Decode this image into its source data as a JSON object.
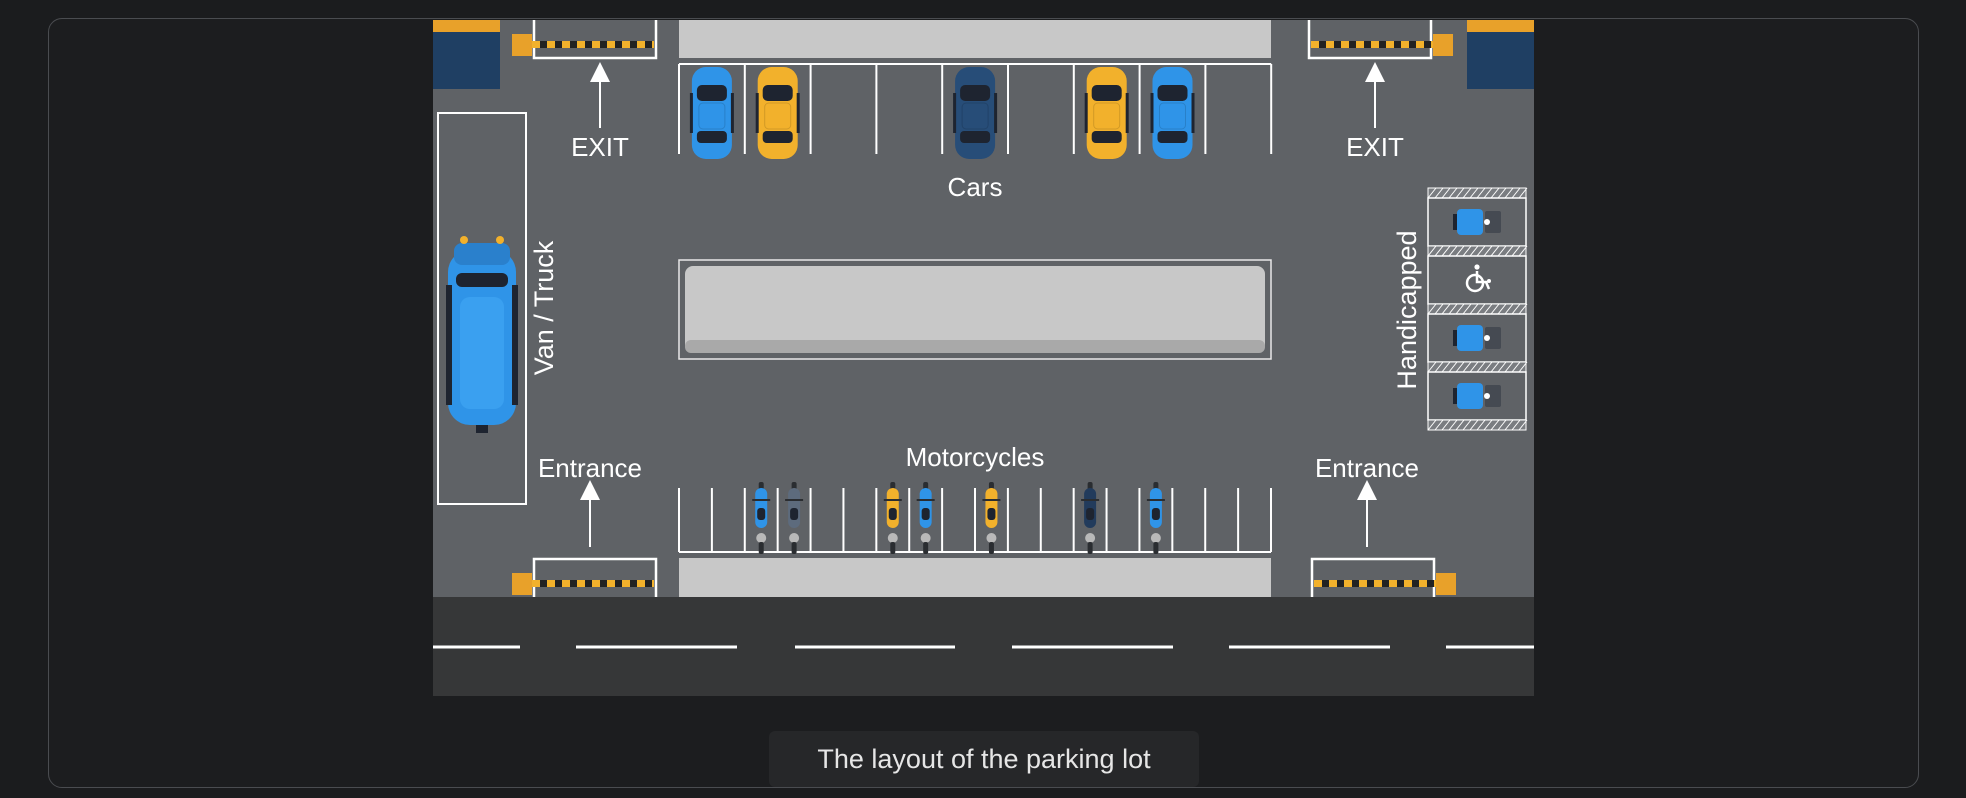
{
  "figure": {
    "caption": "The layout of the parking lot"
  },
  "lot": {
    "labels": {
      "exit_left": "EXIT",
      "exit_right": "EXIT",
      "cars": "Cars",
      "van_truck": "Van / Truck",
      "handicapped": "Handicapped",
      "motorcycles": "Motorcycles",
      "entrance_left": "Entrance",
      "entrance_right": "Entrance"
    },
    "colors": {
      "lot_gray": "#5f6266",
      "road": "#363738",
      "curb": "#c8c8c8",
      "barrier_orange": "#e8a12a",
      "booth_blue": "#1f3f63",
      "car_blue": "#2f94e8",
      "car_yellow": "#f2b12c",
      "car_navy": "#274d78"
    },
    "car_stalls": [
      "car_blue",
      "car_yellow",
      "empty",
      "empty",
      "car_navy",
      "empty",
      "car_yellow",
      "car_blue",
      "empty"
    ],
    "moto_stalls": [
      "empty",
      "empty",
      "moto_blue",
      "moto_gray",
      "empty",
      "empty",
      "moto_yellow",
      "moto_blue",
      "empty",
      "moto_yellow",
      "empty",
      "empty",
      "moto_navy",
      "empty",
      "moto_blue",
      "empty",
      "empty",
      "empty"
    ],
    "handicapped_stalls": [
      "occupied",
      "wheelchair-sign",
      "occupied",
      "occupied"
    ],
    "icons": [
      "up-arrow-icon",
      "wheelchair-icon"
    ]
  }
}
